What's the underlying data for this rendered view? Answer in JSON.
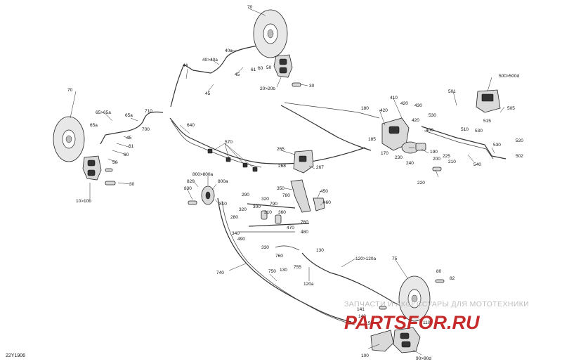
{
  "diagram": {
    "code": "22Y1906",
    "watermark_top": "ЗАПЧАСТИ И АКСЕССУАРЫ ДЛЯ МОТОТЕХНИКИ",
    "watermark_brand": "PARTSFOR.RU",
    "colors": {
      "line": "#333333",
      "label": "#111111",
      "watermark_brand": "#c21a1a",
      "watermark_top": "#bdbdbd"
    }
  },
  "callouts": [
    {
      "id": "c70a",
      "text": "70"
    },
    {
      "id": "c40",
      "text": "40>40a"
    },
    {
      "id": "c40a",
      "text": "40a"
    },
    {
      "id": "c44",
      "text": "44"
    },
    {
      "id": "c45a",
      "text": "45"
    },
    {
      "id": "c45b",
      "text": "45"
    },
    {
      "id": "c61a",
      "text": "61"
    },
    {
      "id": "c60a",
      "text": "60"
    },
    {
      "id": "c50a",
      "text": "50"
    },
    {
      "id": "c20",
      "text": "20>20b"
    },
    {
      "id": "c30a",
      "text": "30"
    },
    {
      "id": "c70b",
      "text": "70"
    },
    {
      "id": "c65",
      "text": "65>65a"
    },
    {
      "id": "c65a1",
      "text": "65a"
    },
    {
      "id": "c65a2",
      "text": "65a"
    },
    {
      "id": "c710",
      "text": "710"
    },
    {
      "id": "c700",
      "text": "700"
    },
    {
      "id": "c45c",
      "text": "45"
    },
    {
      "id": "c61b",
      "text": "61"
    },
    {
      "id": "c60b",
      "text": "60"
    },
    {
      "id": "c50b",
      "text": "50"
    },
    {
      "id": "c30b",
      "text": "30"
    },
    {
      "id": "c10",
      "text": "10>10b"
    },
    {
      "id": "c640",
      "text": "640"
    },
    {
      "id": "c570",
      "text": "570"
    },
    {
      "id": "c180",
      "text": "180"
    },
    {
      "id": "c410",
      "text": "410"
    },
    {
      "id": "c420a",
      "text": "420"
    },
    {
      "id": "c420b",
      "text": "420"
    },
    {
      "id": "c430",
      "text": "430"
    },
    {
      "id": "c420c",
      "text": "420"
    },
    {
      "id": "c400",
      "text": "400"
    },
    {
      "id": "c530",
      "text": "530"
    },
    {
      "id": "c185",
      "text": "185"
    },
    {
      "id": "c170",
      "text": "170"
    },
    {
      "id": "c230",
      "text": "230"
    },
    {
      "id": "c240",
      "text": "240"
    },
    {
      "id": "c190",
      "text": "190"
    },
    {
      "id": "c200",
      "text": "200"
    },
    {
      "id": "c225",
      "text": "225"
    },
    {
      "id": "c210",
      "text": "210"
    },
    {
      "id": "c220",
      "text": "220"
    },
    {
      "id": "c500",
      "text": "500>500d"
    },
    {
      "id": "c501",
      "text": "501"
    },
    {
      "id": "c505",
      "text": "505"
    },
    {
      "id": "c515",
      "text": "515"
    },
    {
      "id": "c510",
      "text": "510"
    },
    {
      "id": "c530b",
      "text": "530"
    },
    {
      "id": "c520",
      "text": "520"
    },
    {
      "id": "c530c",
      "text": "530"
    },
    {
      "id": "c502",
      "text": "502"
    },
    {
      "id": "c540",
      "text": "540"
    },
    {
      "id": "c265",
      "text": "265"
    },
    {
      "id": "c268",
      "text": "268"
    },
    {
      "id": "c267",
      "text": "267"
    },
    {
      "id": "c800",
      "text": "800>800a"
    },
    {
      "id": "c800a",
      "text": "800a"
    },
    {
      "id": "c820",
      "text": "820"
    },
    {
      "id": "c830",
      "text": "830"
    },
    {
      "id": "c810",
      "text": "810"
    },
    {
      "id": "c350",
      "text": "350"
    },
    {
      "id": "c780",
      "text": "780"
    },
    {
      "id": "c450",
      "text": "450"
    },
    {
      "id": "c290",
      "text": "290"
    },
    {
      "id": "c320a",
      "text": "320"
    },
    {
      "id": "c300",
      "text": "300"
    },
    {
      "id": "c790",
      "text": "790"
    },
    {
      "id": "c460",
      "text": "460"
    },
    {
      "id": "c310",
      "text": "310"
    },
    {
      "id": "c280",
      "text": "280"
    },
    {
      "id": "c320b",
      "text": "320"
    },
    {
      "id": "c360",
      "text": "360"
    },
    {
      "id": "c760a",
      "text": "760"
    },
    {
      "id": "c340",
      "text": "340"
    },
    {
      "id": "c470",
      "text": "470"
    },
    {
      "id": "c480",
      "text": "480"
    },
    {
      "id": "c490",
      "text": "490"
    },
    {
      "id": "c330",
      "text": "330"
    },
    {
      "id": "c760b",
      "text": "760"
    },
    {
      "id": "c755",
      "text": "755"
    },
    {
      "id": "c130a",
      "text": "130"
    },
    {
      "id": "c740",
      "text": "740"
    },
    {
      "id": "c750",
      "text": "750"
    },
    {
      "id": "c130b",
      "text": "130"
    },
    {
      "id": "c120",
      "text": "120>120a"
    },
    {
      "id": "c120a",
      "text": "120a"
    },
    {
      "id": "c75",
      "text": "75"
    },
    {
      "id": "c80",
      "text": "80"
    },
    {
      "id": "c82",
      "text": "82"
    },
    {
      "id": "c141",
      "text": "141"
    },
    {
      "id": "c140",
      "text": "140"
    },
    {
      "id": "c150",
      "text": "150"
    },
    {
      "id": "c110",
      "text": "110"
    },
    {
      "id": "c100",
      "text": "100"
    },
    {
      "id": "c90",
      "text": "90>90d"
    }
  ]
}
